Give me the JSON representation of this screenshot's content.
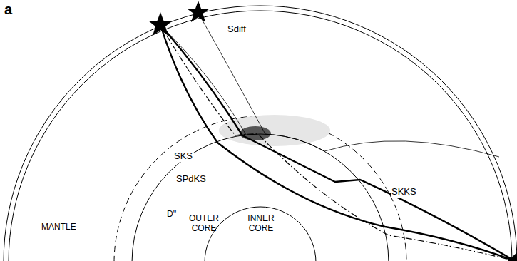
{
  "diagram": {
    "labels": [
      "a",
      "Sdiff",
      "SKS",
      "SPdKS",
      "SKKS",
      "MANTLE",
      "D''",
      "OUTER CORE",
      "INNER CORE"
    ]
  }
}
